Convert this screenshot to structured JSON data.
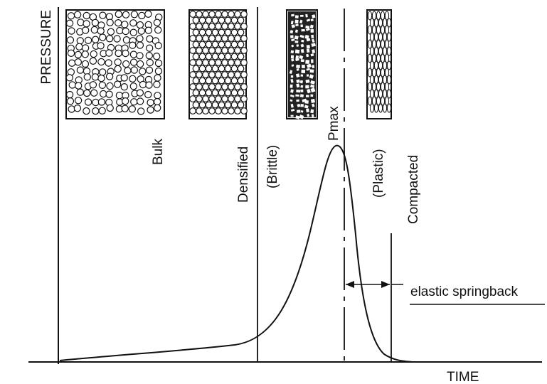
{
  "axes": {
    "y_label": "PRESSURE",
    "x_label": "TIME"
  },
  "phases": [
    {
      "key": "bulk",
      "label": "Bulk"
    },
    {
      "key": "densified",
      "label": "Densified"
    },
    {
      "key": "brittle",
      "label": "(Brittle)"
    },
    {
      "key": "plastic",
      "label": "(Plastic)"
    },
    {
      "key": "compacted",
      "label": "Compacted"
    }
  ],
  "peak_label": "Pmax",
  "springback_label": "elastic springback",
  "illustrations": [
    {
      "key": "bulk",
      "texture": "loose-circles"
    },
    {
      "key": "densified",
      "texture": "packed-circles"
    },
    {
      "key": "brittle",
      "texture": "fragmented-particles"
    },
    {
      "key": "plastic",
      "texture": "deformed-cells"
    }
  ],
  "colors": {
    "ink": "#111111",
    "paper": "#ffffff"
  }
}
